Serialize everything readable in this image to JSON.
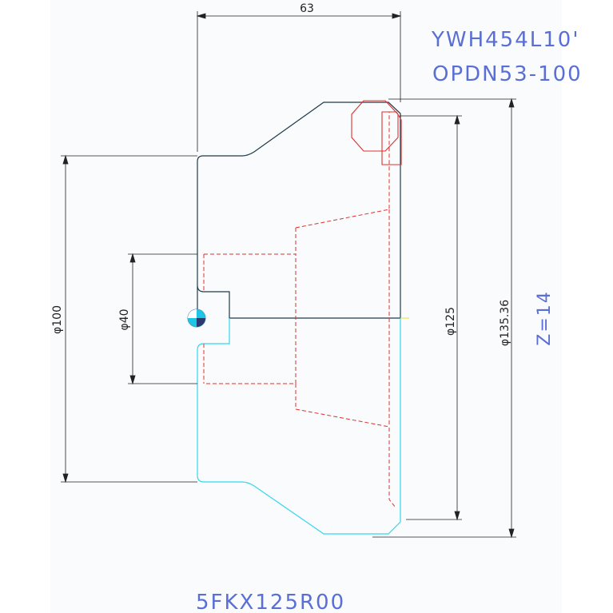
{
  "labels": {
    "code_line1": "YWH454L10'",
    "code_line2": "OPDN53-100",
    "bottom_code": "5FKX125R00",
    "teeth": "Z=14"
  },
  "dimensions": {
    "width_63": "63",
    "dia_100": "φ100",
    "dia_40": "φ40",
    "dia_125": "φ125",
    "dia_135": "φ135.36"
  },
  "colors": {
    "profile": "#1f3a4a",
    "profile_mirror": "#33d6ee",
    "hidden": "#e03030",
    "text_blue": "#5a6fd6",
    "dim_line": "#222222"
  }
}
